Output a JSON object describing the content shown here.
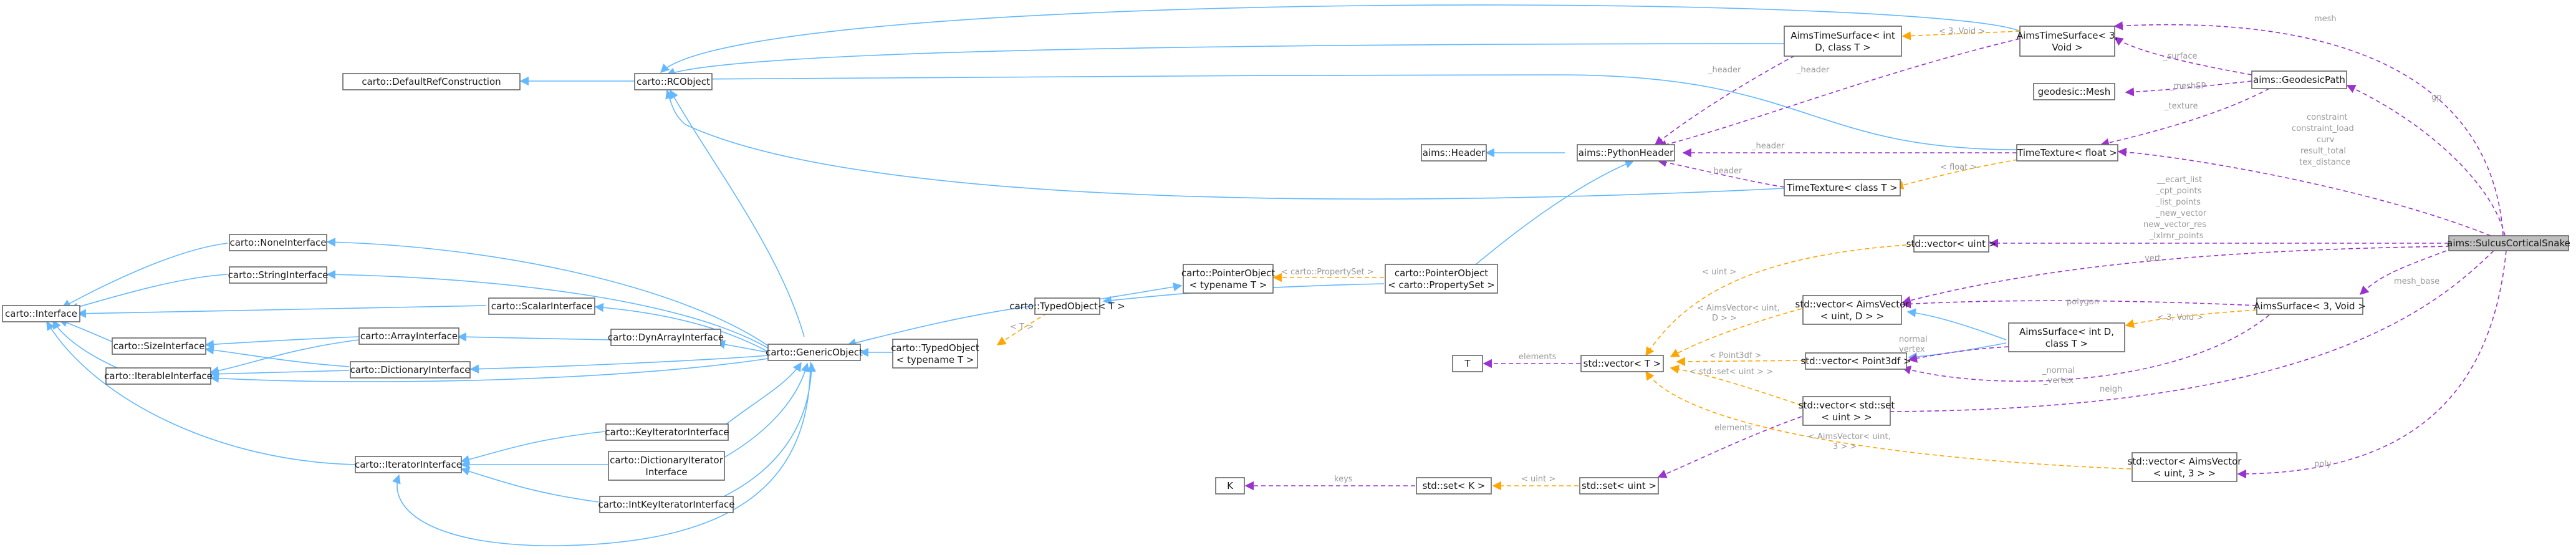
{
  "colors": {
    "inheritance": "#63b8ff",
    "usage": "#9a32cd",
    "template": "#ffa500",
    "node_border": "#666666",
    "highlight_fill": "#bfbfbf",
    "edge_label": "#9a9a9a"
  },
  "nodes": {
    "rcobject": [
      "carto::RCObject"
    ],
    "defaultref": [
      "carto::DefaultRefConstruction"
    ],
    "timesurface_int": [
      "AimsTimeSurface< int",
      "D, class T >"
    ],
    "timesurface_3void": [
      "AimsTimeSurface< 3,",
      "Void >"
    ],
    "geodesic_mesh": [
      "geodesic::Mesh"
    ],
    "geodesic_path": [
      "aims::GeodesicPath"
    ],
    "aims_header": [
      "aims::Header"
    ],
    "python_header": [
      "aims::PythonHeader"
    ],
    "timetexture_float": [
      "TimeTexture< float >"
    ],
    "timetexture_t": [
      "TimeTexture< class T >"
    ],
    "sulcus": [
      "aims::SulcusCorticalSnake"
    ],
    "none_iface": [
      "carto::NoneInterface"
    ],
    "string_iface": [
      "carto::StringInterface"
    ],
    "interface": [
      "carto::Interface"
    ],
    "scalar_iface": [
      "carto::ScalarInterface"
    ],
    "size_iface": [
      "carto::SizeInterface"
    ],
    "array_iface": [
      "carto::ArrayInterface"
    ],
    "dynarray_iface": [
      "carto::DynArrayInterface"
    ],
    "iterable_iface": [
      "carto::IterableInterface"
    ],
    "dict_iface": [
      "carto::DictionaryInterface"
    ],
    "generic_object": [
      "carto::GenericObject"
    ],
    "typed_object_t": [
      "carto::TypedObject< T >"
    ],
    "typed_object_tn": [
      "carto::TypedObject",
      "< typename T >"
    ],
    "pointer_object_tn": [
      "carto::PointerObject",
      "< typename T >"
    ],
    "pointer_object_ps": [
      "carto::PointerObject",
      "< carto::PropertySet >"
    ],
    "vec_uint": [
      "std::vector< uint >"
    ],
    "vec_aimsvector": [
      "std::vector< AimsVector",
      "< uint, D > >"
    ],
    "vec_point3df": [
      "std::vector< Point3df >"
    ],
    "vec_t": [
      "std::vector< T >"
    ],
    "t_node": [
      "T"
    ],
    "aimssurface_3void": [
      "AimsSurface< 3, Void >"
    ],
    "aimssurface_int": [
      "AimsSurface< int D,",
      "class T >"
    ],
    "vec_set": [
      "std::vector< std::set",
      "< uint > >"
    ],
    "key_iter_iface": [
      "carto::KeyIteratorInterface"
    ],
    "iterator_iface": [
      "carto::IteratorInterface"
    ],
    "dict_iter_iface": [
      "carto::DictionaryIterator",
      "Interface"
    ],
    "intkey_iter_iface": [
      "carto::IntKeyIteratorInterface"
    ],
    "k_node": [
      "K"
    ],
    "set_k": [
      "std::set< K >"
    ],
    "set_uint": [
      "std::set< uint >"
    ],
    "vec_aimsvector3": [
      "std::vector< AimsVector",
      "< uint, 3 > >"
    ]
  },
  "edge_labels": {
    "mesh": "mesh",
    "surface": "_surface",
    "mesh_geo": "_meshSP",
    "texture": "_texture",
    "header1": "_header",
    "header2": "_header",
    "header3": "_header",
    "header4": "_header",
    "int_d_void": "< 3, Void >",
    "float": "< float >",
    "gp": "gp",
    "sulcus_fields": [
      "constraint",
      "constraint_load",
      "curv",
      "result_total",
      "tex_distance"
    ],
    "sulcus_uint_fields": [
      "__ecart_list",
      "_cpt_points",
      "_list_points",
      "_new_vector",
      "new_vector_res",
      "_lxlrnr_points"
    ],
    "vert": "vert",
    "mesh_base": "mesh_base",
    "polygon": "polygon",
    "int_d_uint3": "< 3, Void >",
    "uint": "< uint >",
    "aimsvector_uint": "< AimsVector< uint,",
    "aimsvector_uint2": "D > >",
    "point3df": "< Point3df >",
    "normal": "normal",
    "vertex": "vertex",
    "normal2": "_normal",
    "vertex2": "_vertex",
    "set_uint_tmpl": "< std::set< uint > >",
    "neigh": "neigh",
    "elements": "elements",
    "elements2": "elements",
    "keys": "keys",
    "uint2": "< uint >",
    "aimsvector_uint3": "< AimsVector< uint,",
    "aimsvector_uint3b": "3 > >",
    "poly": "poly",
    "ps_tmpl": "< carto::PropertySet >",
    "t_tmpl": "< T >"
  }
}
